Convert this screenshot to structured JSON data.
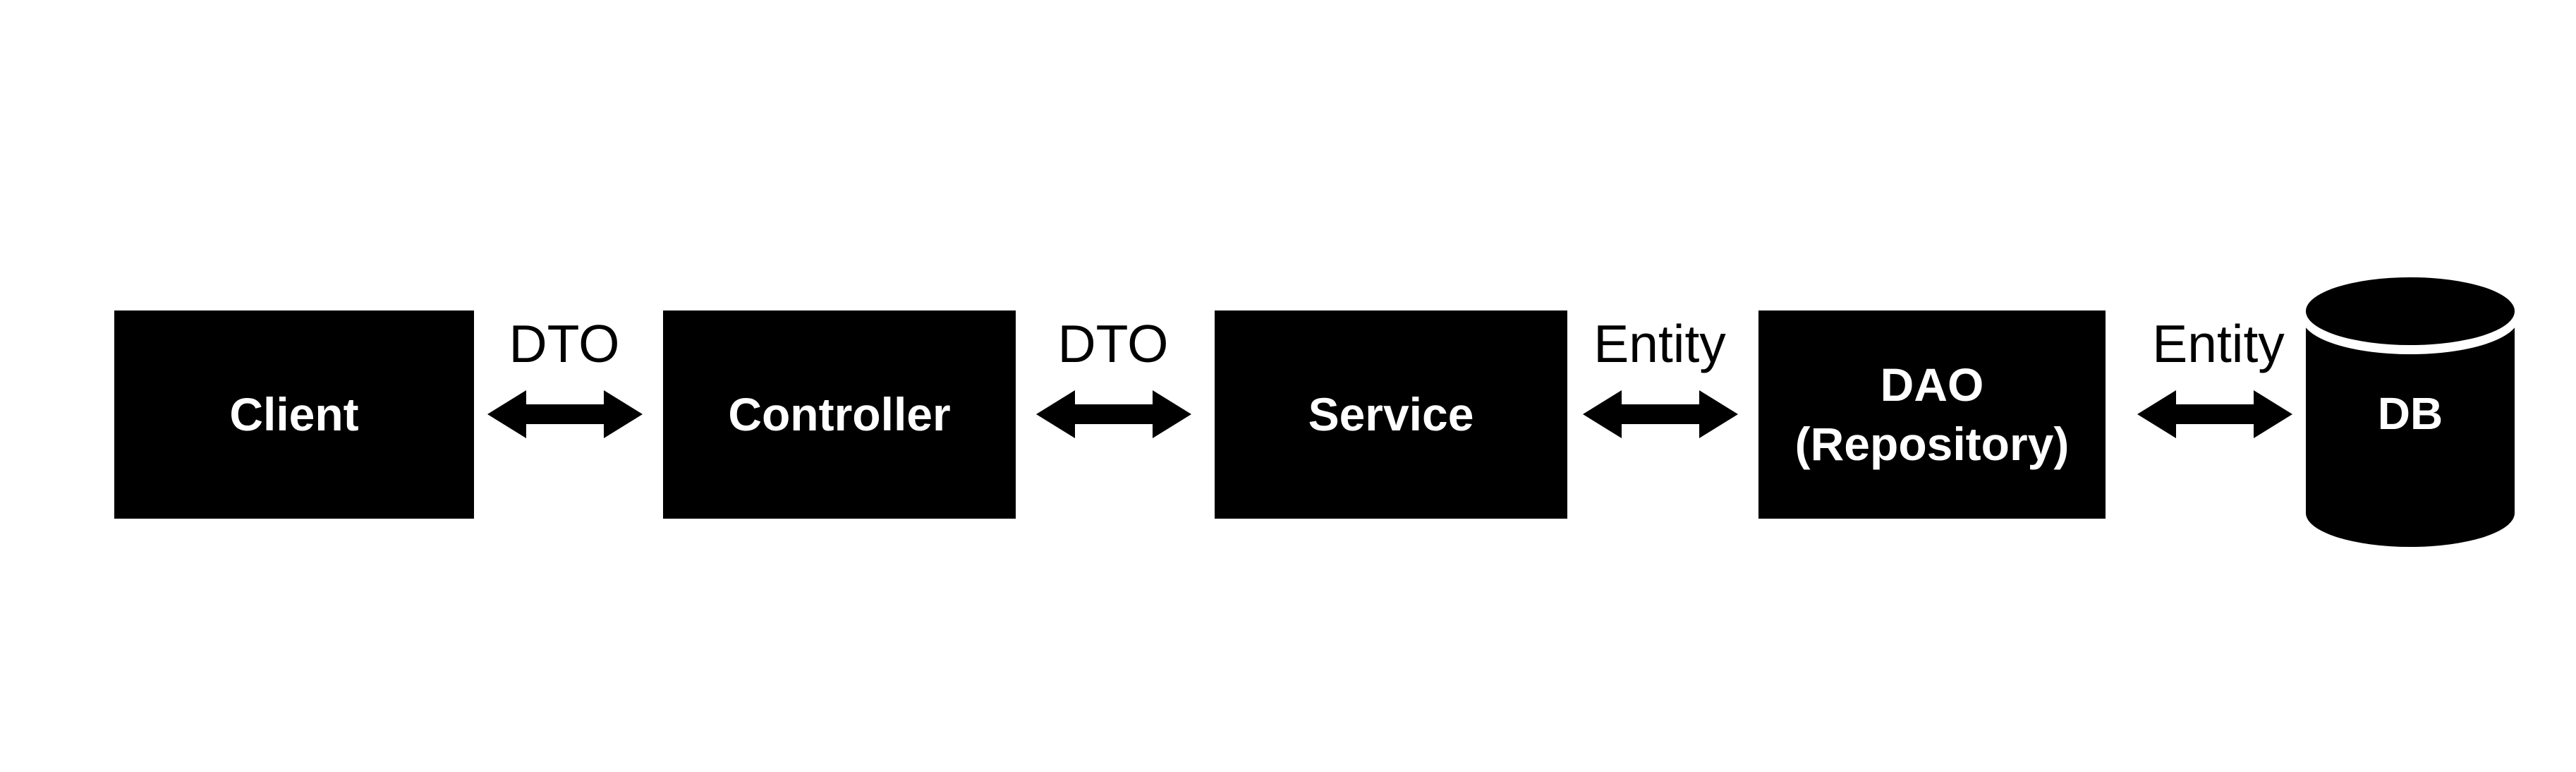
{
  "diagram": {
    "background_color": "#ffffff",
    "node_fill_color": "#000000",
    "node_text_color": "#ffffff",
    "connector_color": "#000000",
    "connector_label_color": "#000000",
    "nodes": [
      {
        "id": "client",
        "label": "Client",
        "shape": "rectangle"
      },
      {
        "id": "controller",
        "label": "Controller",
        "shape": "rectangle"
      },
      {
        "id": "service",
        "label": "Service",
        "shape": "rectangle"
      },
      {
        "id": "dao",
        "label": "DAO\n(Repository)",
        "shape": "rectangle"
      },
      {
        "id": "db",
        "label": "DB",
        "shape": "cylinder",
        "icon": "database-cylinder-icon"
      }
    ],
    "connections": [
      {
        "from": "client",
        "to": "controller",
        "label": "DTO",
        "style": "double-headed-arrow",
        "icon": "double-arrow-icon"
      },
      {
        "from": "controller",
        "to": "service",
        "label": "DTO",
        "style": "double-headed-arrow",
        "icon": "double-arrow-icon"
      },
      {
        "from": "service",
        "to": "dao",
        "label": "Entity",
        "style": "double-headed-arrow",
        "icon": "double-arrow-icon"
      },
      {
        "from": "dao",
        "to": "db",
        "label": "Entity",
        "style": "double-headed-arrow",
        "icon": "double-arrow-icon"
      }
    ]
  }
}
